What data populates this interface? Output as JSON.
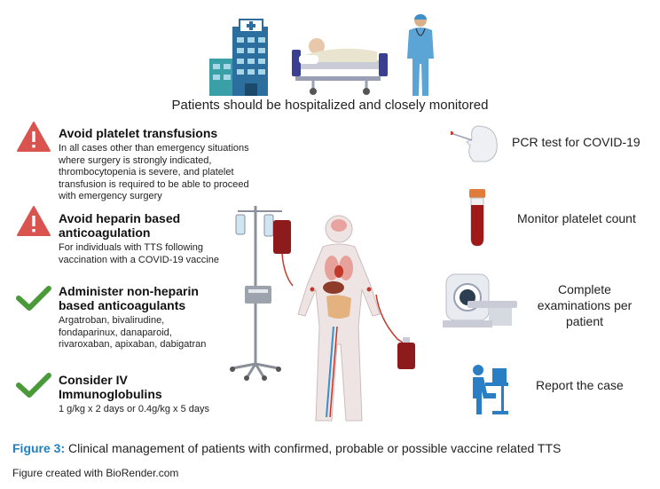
{
  "header": {
    "text": "Patients should be hospitalized and closely monitored"
  },
  "left_items": [
    {
      "icon": "warning-icon",
      "title": "Avoid platelet transfusions",
      "body": "In all cases other than emergency situations where surgery is strongly indicated, thrombocytopenia is severe, and platelet transfusion is required to be able to proceed with emergency surgery"
    },
    {
      "icon": "warning-icon",
      "title": "Avoid heparin based anticoagulation",
      "body": "For individuals with TTS following vaccination with a COVID-19 vaccine"
    },
    {
      "icon": "checkmark-icon",
      "title": "Administer non-heparin based anticoagulants",
      "body": "Argatroban, bivalirudine, fondaparinux, danaparoid, rivaroxaban, apixaban, dabigatran"
    },
    {
      "icon": "checkmark-icon",
      "title": "Consider IV Immunoglobulins",
      "body": "1 g/kg x 2 days or 0.4g/kg x 5 days"
    }
  ],
  "right_items": [
    {
      "icon": "nasal-swab-icon",
      "label": "PCR test for COVID-19"
    },
    {
      "icon": "blood-tube-icon",
      "label": "Monitor platelet count"
    },
    {
      "icon": "mri-scanner-icon",
      "label": "Complete examinations per patient"
    },
    {
      "icon": "computer-user-icon",
      "label": "Report the case"
    }
  ],
  "caption": {
    "figure_label": "Figure 3:",
    "text": " Clinical management of patients with confirmed, probable or possible vaccine related TTS"
  },
  "credit": "Figure created with BioRender.com",
  "colors": {
    "warning": "#d9534f",
    "check": "#4a9a3a",
    "caption_label": "#1f7fbf"
  }
}
